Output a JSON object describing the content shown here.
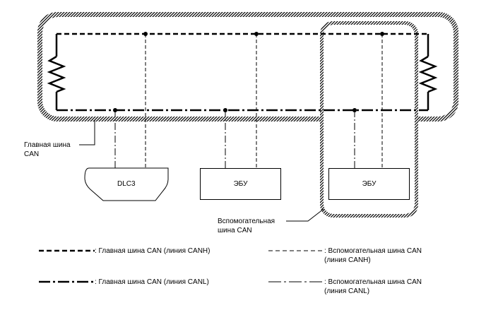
{
  "diagram": {
    "main_bus_label": "Главная шина\nCAN",
    "sub_bus_label": "Вспомогательная\nшина CAN",
    "dlc_label": "DLC3",
    "ecu1_label": "ЭБУ",
    "ecu2_label": "ЭБУ"
  },
  "legend": {
    "main_canh": ": Главная шина CAN (линия CANH)",
    "main_canl": ": Главная шина CAN (линия CANL)",
    "sub_canh": ": Вспомогательная шина CAN\n(линия CANH)",
    "sub_canl": ": Вспомогательная шина CAN\n(линия CANL)"
  },
  "colors": {
    "line": "#000000",
    "background": "#ffffff"
  }
}
